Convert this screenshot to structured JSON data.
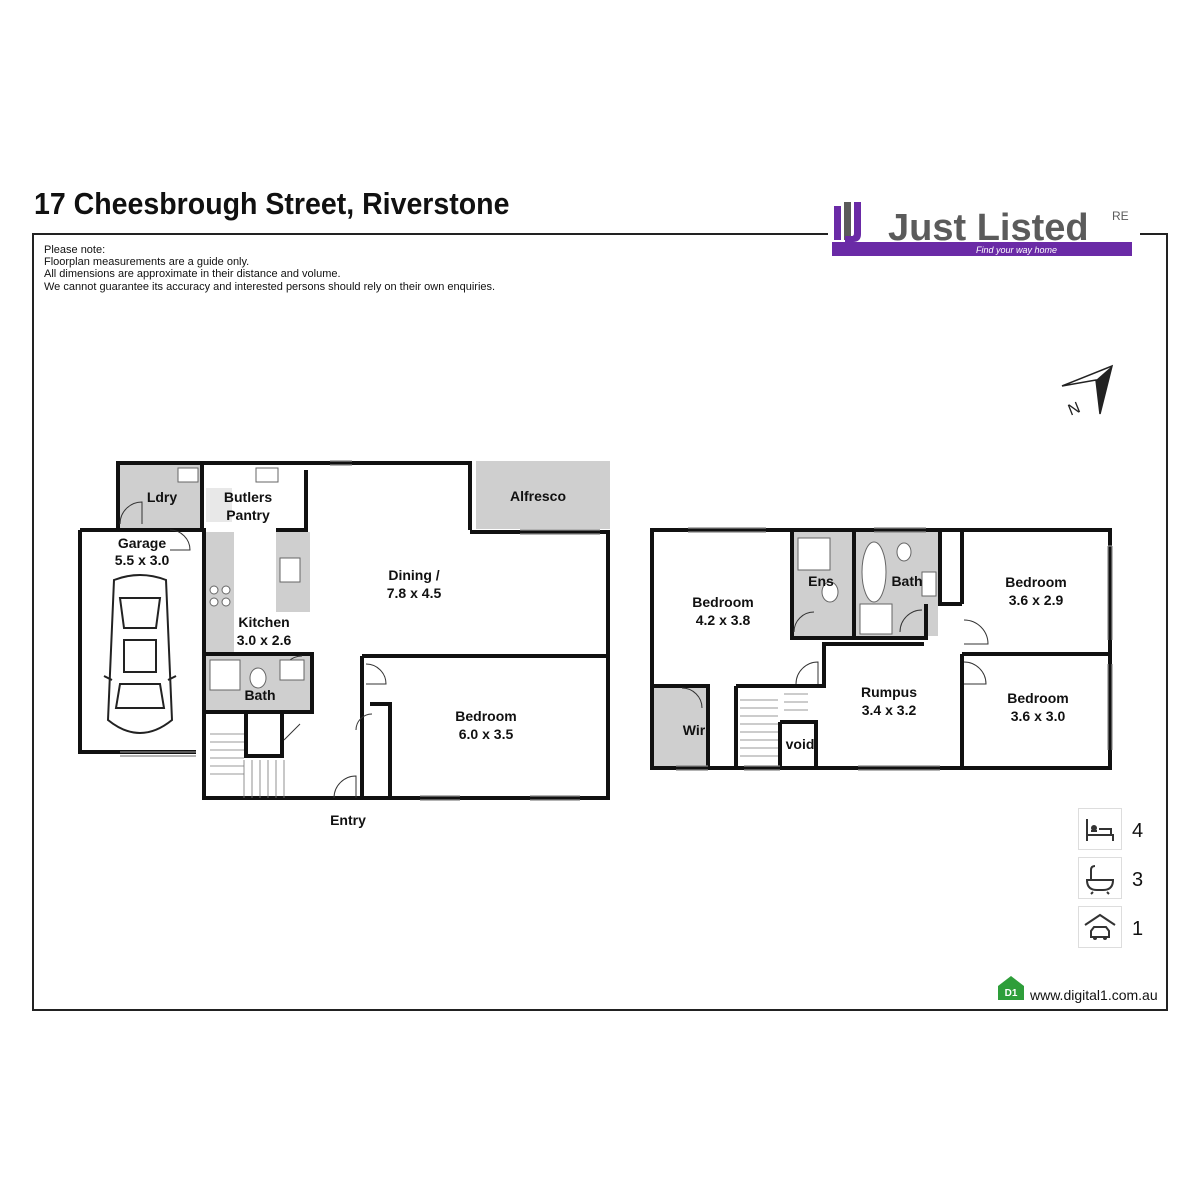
{
  "title": "17 Cheesbrough Street, Riverstone",
  "logo": {
    "name": "Just Listed",
    "suffix": "RE",
    "tagline": "Find your way home",
    "colors": {
      "purple": "#6a2aa6",
      "grey": "#5b5b5b"
    }
  },
  "notes": [
    "Please note:",
    "Floorplan measurements are a guide only.",
    "All dimensions are approximate in their distance and volume.",
    "We cannot guarantee its accuracy and interested persons should rely on their own enquiries."
  ],
  "compass": {
    "label": "N",
    "icon": "north-arrow-icon"
  },
  "ground_floor": {
    "ldry": "Ldry",
    "butlers_line1": "Butlers",
    "butlers_line2": "Pantry",
    "alfresco": "Alfresco",
    "garage": "Garage",
    "garage_dim": "5.5 x 3.0",
    "dining": "Dining /",
    "dining_dim": "7.8 x 4.5",
    "kitchen": "Kitchen",
    "kitchen_dim": "3.0 x 2.6",
    "bath": "Bath",
    "bedroom": "Bedroom",
    "bedroom_dim": "6.0 x 3.5",
    "entry": "Entry"
  },
  "first_floor": {
    "bedroom1": "Bedroom",
    "bedroom1_dim": "4.2 x 3.8",
    "ens": "Ens",
    "bath": "Bath",
    "bedroom2": "Bedroom",
    "bedroom2_dim": "3.6 x 2.9",
    "rumpus": "Rumpus",
    "rumpus_dim": "3.4 x 3.2",
    "bedroom3": "Bedroom",
    "bedroom3_dim": "3.6 x 3.0",
    "wir": "Wir",
    "void": "void"
  },
  "features": [
    {
      "icon": "bed-icon",
      "count": "4"
    },
    {
      "icon": "bathtub-icon",
      "count": "3"
    },
    {
      "icon": "garage-car-icon",
      "count": "1"
    }
  ],
  "footer": {
    "d1_logo": "D1",
    "url": "www.digital1.com.au",
    "color": "#2e9e3a"
  }
}
